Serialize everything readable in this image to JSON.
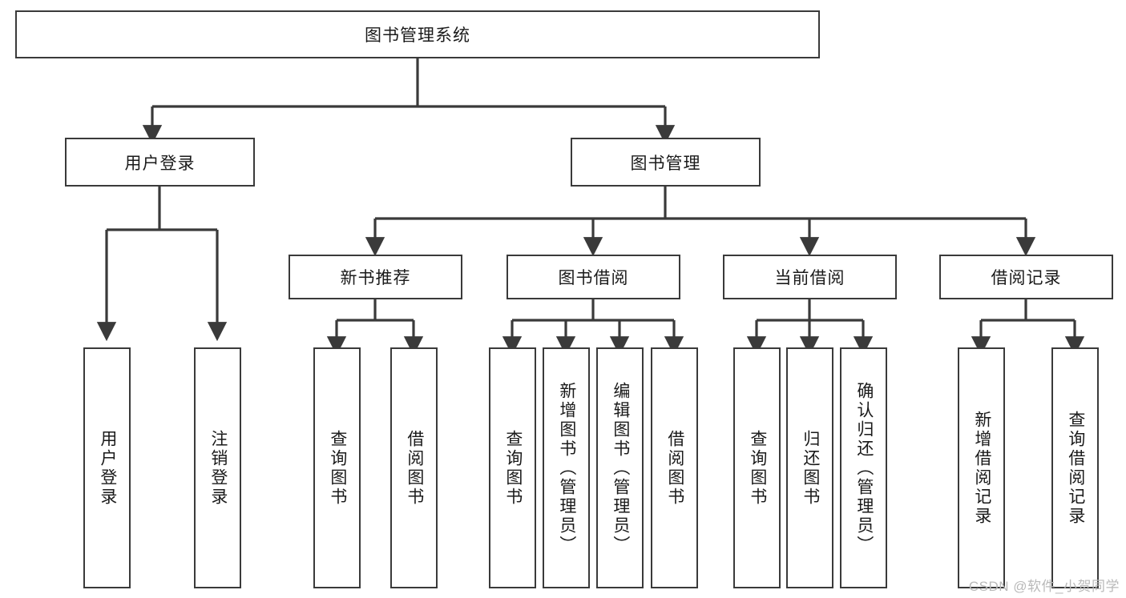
{
  "diagram": {
    "title": "图书管理系统",
    "type": "tree-hierarchy",
    "root": {
      "label": "图书管理系统"
    },
    "level2": [
      {
        "label": "用户登录"
      },
      {
        "label": "图书管理"
      }
    ],
    "level3": [
      {
        "label": "新书推荐",
        "parent": "图书管理"
      },
      {
        "label": "图书借阅",
        "parent": "图书管理"
      },
      {
        "label": "当前借阅",
        "parent": "图书管理"
      },
      {
        "label": "借阅记录",
        "parent": "图书管理"
      }
    ],
    "leaves": [
      {
        "label": "用户登录",
        "parent": "用户登录"
      },
      {
        "label": "注销登录",
        "parent": "用户登录"
      },
      {
        "label": "查询图书",
        "parent": "新书推荐"
      },
      {
        "label": "借阅图书",
        "parent": "新书推荐"
      },
      {
        "label": "查询图书",
        "parent": "图书借阅"
      },
      {
        "label": "新增图书（管理员）",
        "parent": "图书借阅"
      },
      {
        "label": "编辑图书（管理员）",
        "parent": "图书借阅"
      },
      {
        "label": "借阅图书",
        "parent": "图书借阅"
      },
      {
        "label": "查询图书",
        "parent": "当前借阅"
      },
      {
        "label": "归还图书",
        "parent": "当前借阅"
      },
      {
        "label": "确认归还（管理员）",
        "parent": "当前借阅"
      },
      {
        "label": "新增借阅记录",
        "parent": "借阅记录"
      },
      {
        "label": "查询借阅记录",
        "parent": "借阅记录"
      }
    ]
  },
  "watermark": {
    "text": "CSDN @软件_小贺同学"
  },
  "colors": {
    "stroke": "#3a3a3a",
    "fill": "#ffffff",
    "text": "#1a1a1a",
    "watermark": "#b9b9b9"
  }
}
